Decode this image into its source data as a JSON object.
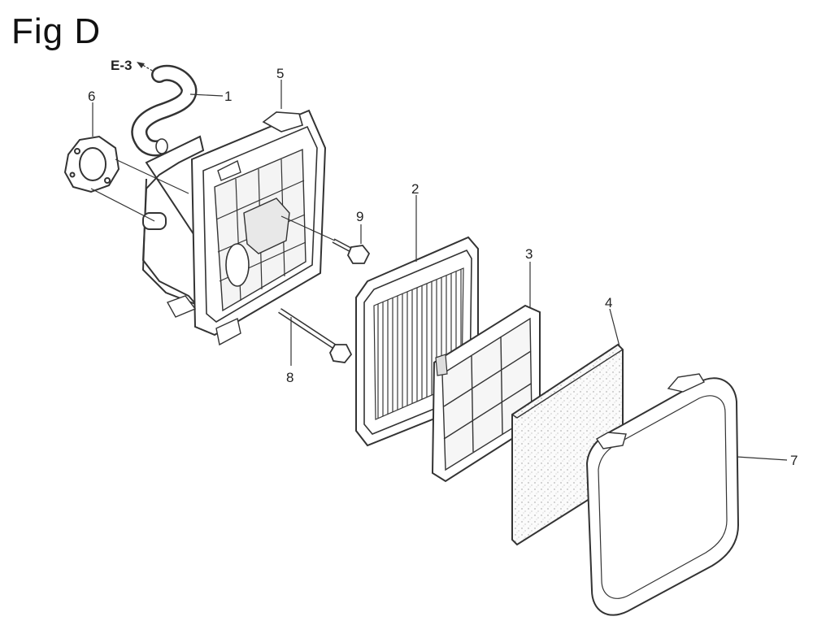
{
  "figure": {
    "title": "Fig D"
  },
  "reference": {
    "label": "E-3"
  },
  "callouts": [
    {
      "number": "1"
    },
    {
      "number": "2"
    },
    {
      "number": "3"
    },
    {
      "number": "4"
    },
    {
      "number": "5"
    },
    {
      "number": "6"
    },
    {
      "number": "7"
    },
    {
      "number": "8"
    },
    {
      "number": "9"
    }
  ],
  "colors": {
    "line": "#333333",
    "fill": "#ffffff",
    "shade": "#d9d9d9"
  }
}
